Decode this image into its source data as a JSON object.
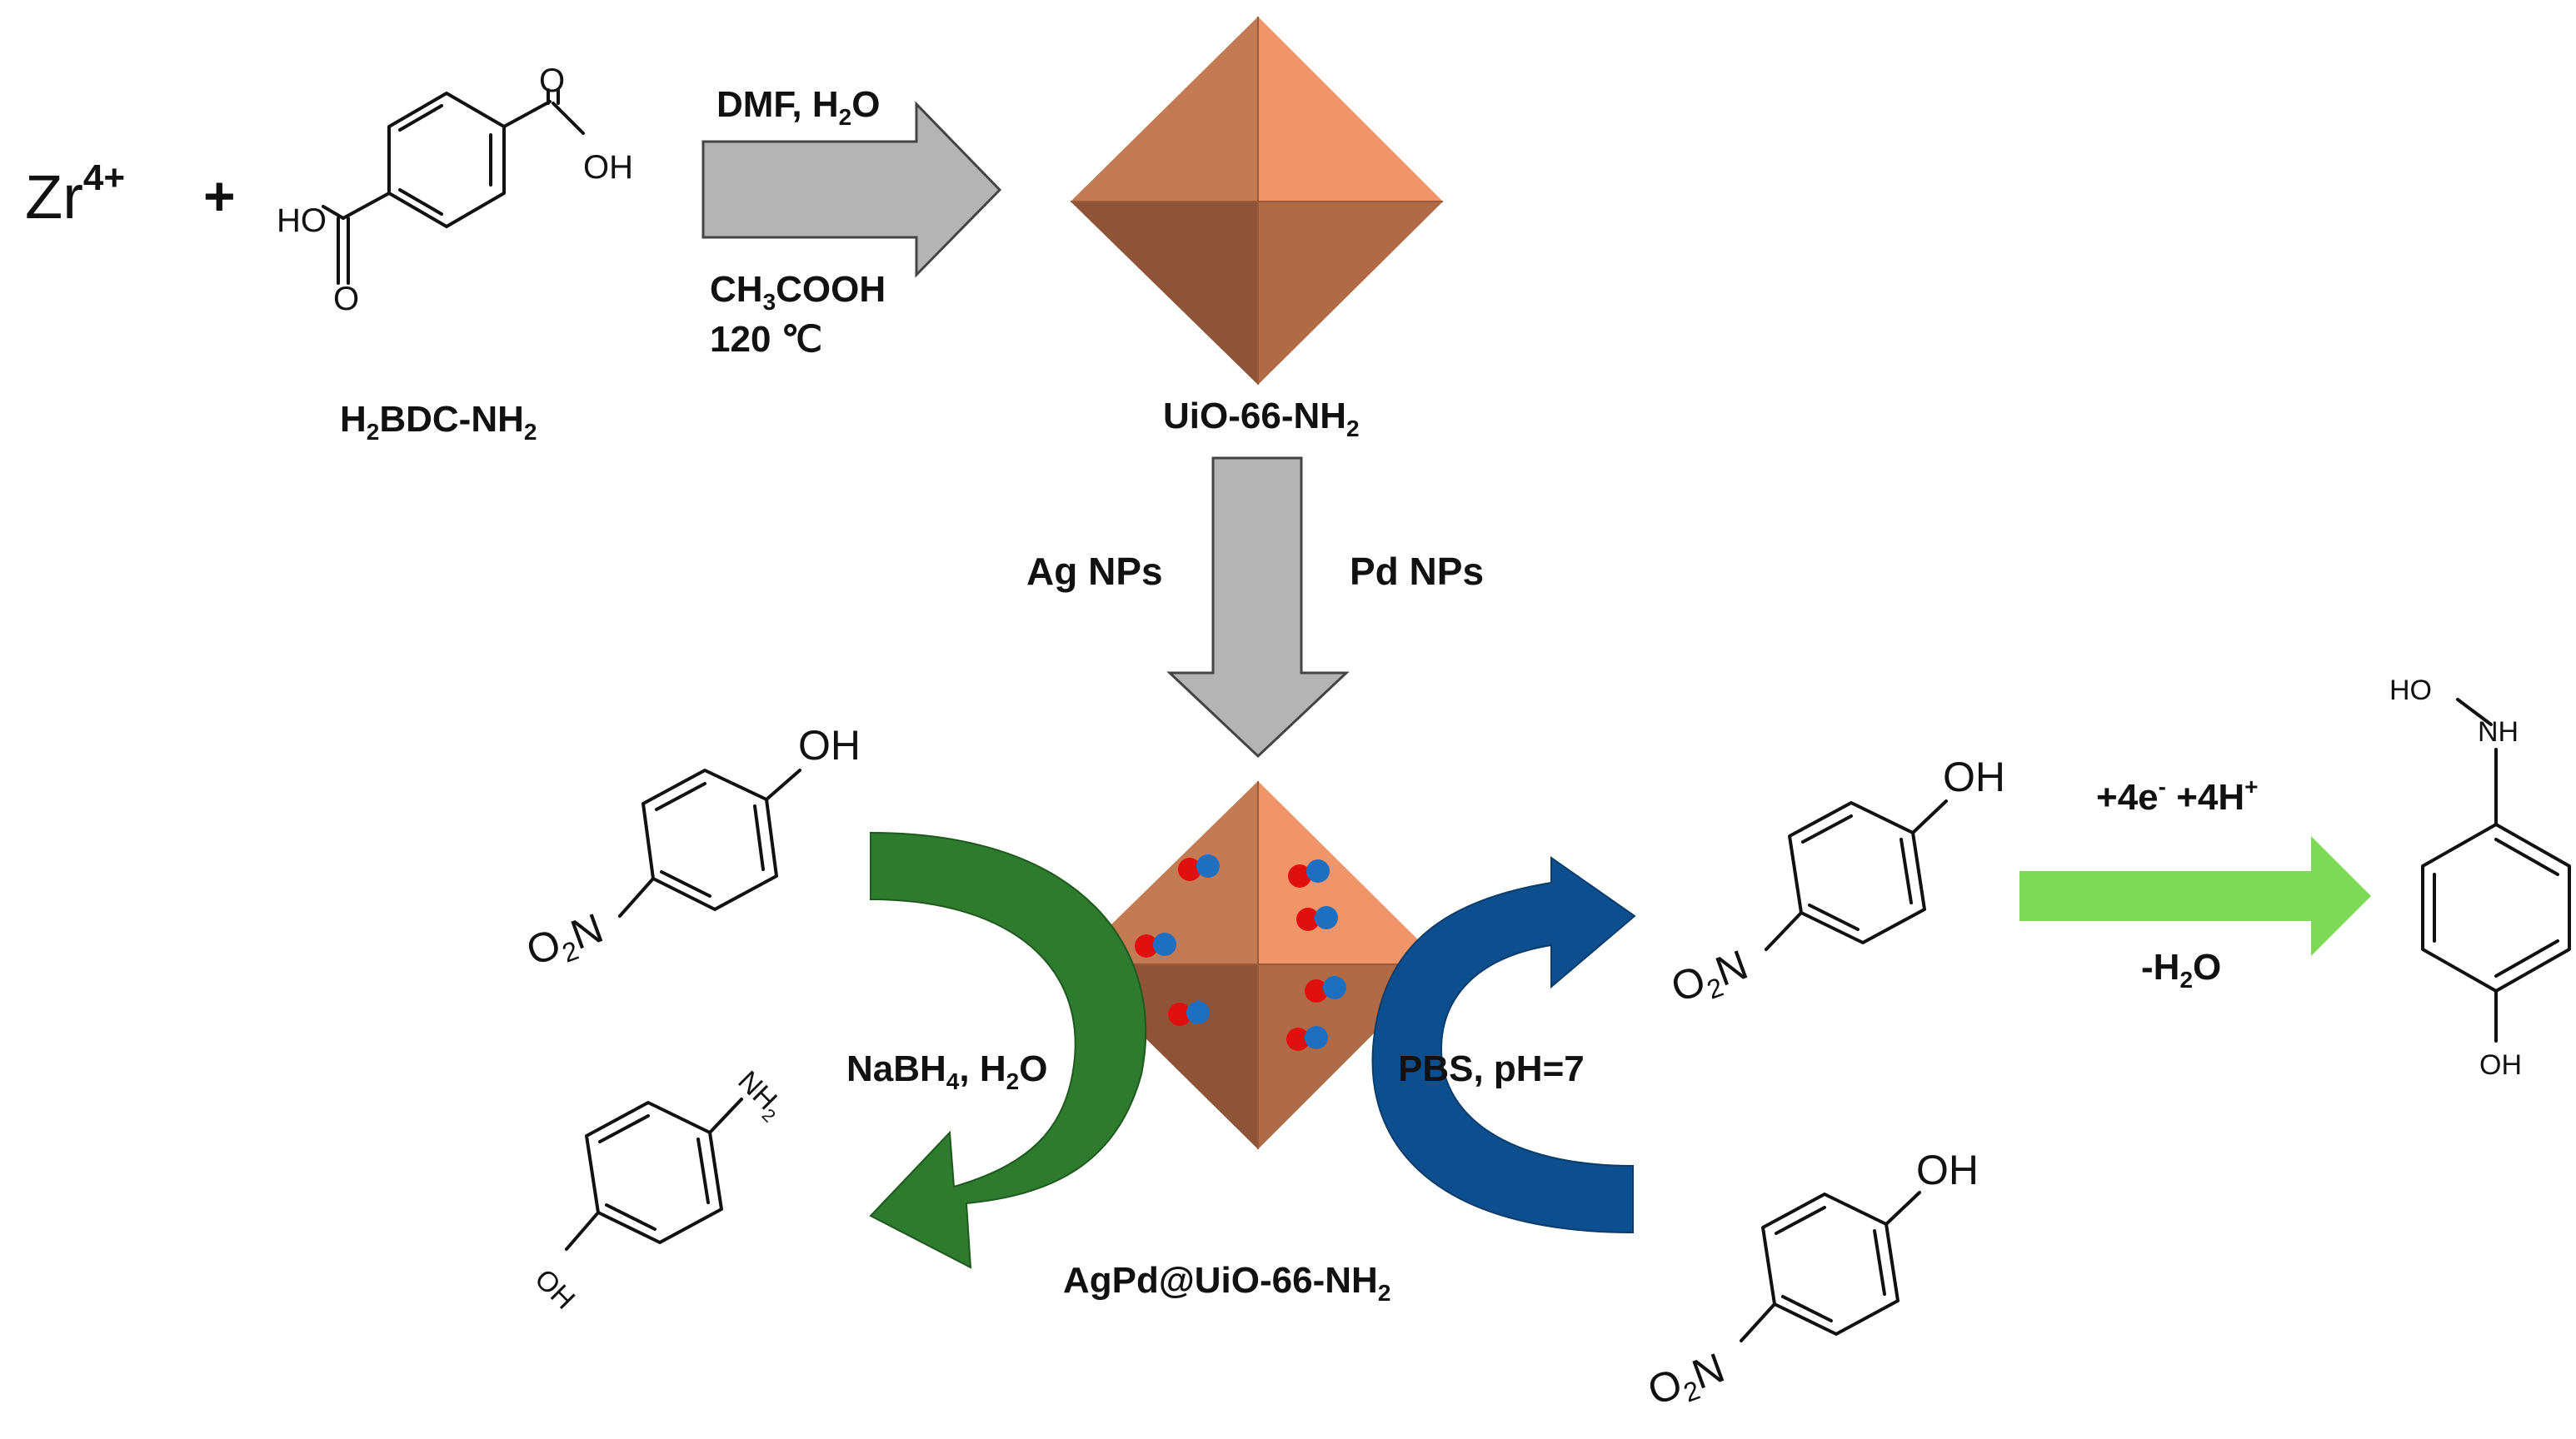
{
  "reagents": {
    "metal": "Zr",
    "metal_charge": "4+",
    "plus": "+",
    "linker_label": {
      "a": "H",
      "b": "2",
      "c": "BDC-NH",
      "d": "2"
    }
  },
  "step1": {
    "top": {
      "a": "DMF, H",
      "b": "2",
      "c": "O"
    },
    "bottom1": {
      "a": "CH",
      "b": "3",
      "c": "COOH"
    },
    "bottom2": "120 ℃"
  },
  "mof_label": {
    "a": "UiO-66-NH",
    "b": "2"
  },
  "step2": {
    "left": "Ag NPs",
    "right": "Pd NPs"
  },
  "catalyst_label": {
    "a": "AgPd@UiO-66-NH",
    "b": "2"
  },
  "reduction": {
    "a": "NaBH",
    "b": "4",
    "c": ", H",
    "d": "2",
    "e": "O"
  },
  "sensing": {
    "label": "PBS, pH=7"
  },
  "electro": {
    "top": {
      "a": "+4e",
      "b": "-",
      "c": " +4H",
      "d": "+"
    },
    "bottom": {
      "a": "-H",
      "b": "2",
      "c": "O"
    }
  },
  "atoms": {
    "O": "O",
    "OH": "OH",
    "HO": "HO",
    "NH": "NH",
    "O2N": {
      "a": "O",
      "b": "2",
      "c": "N"
    },
    "NH2": {
      "a": "NH",
      "b": "2"
    }
  },
  "colors": {
    "octa_light": "#F0956A",
    "octa_mid": "#C47A52",
    "octa_dark": "#8F5437",
    "arrow_gray": "#B4B4B4",
    "arrow_green_dark": "#2E7A2E",
    "arrow_blue": "#0D4F8E",
    "arrow_green_light": "#7ED957",
    "np_red": "#E01010",
    "np_blue": "#1F6FC0"
  },
  "icons": [
    "octahedron-crystal-icon",
    "nanoparticle-icon",
    "process-arrow-icon",
    "benzene-ring-icon"
  ]
}
